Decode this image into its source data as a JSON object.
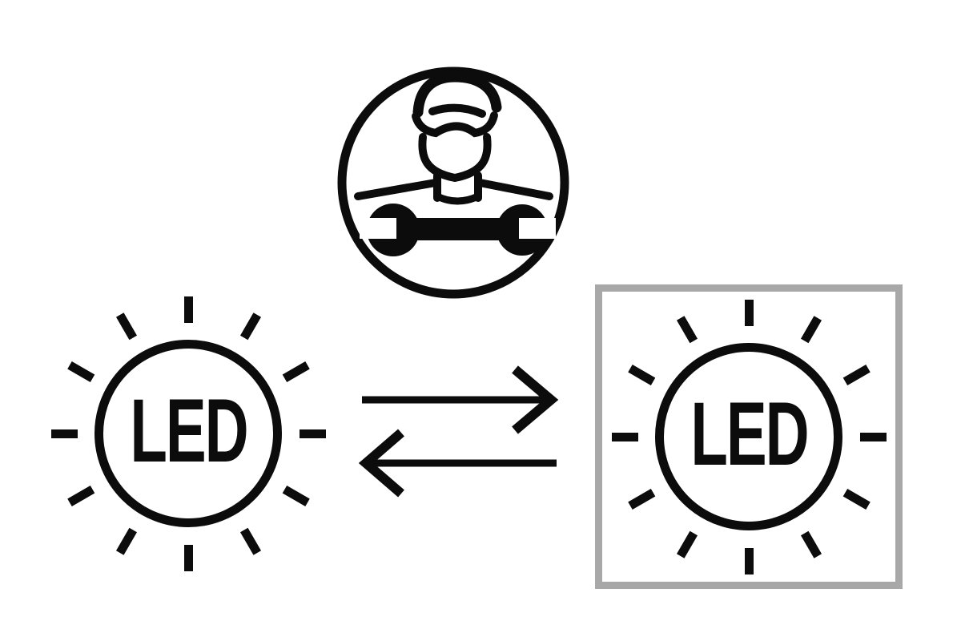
{
  "colors": {
    "ink": "#0c0c0c",
    "frame": "#a8a8a8",
    "background": "#ffffff"
  },
  "diagram": {
    "technician": {
      "icon": "technician-with-wrench-icon"
    },
    "led_left": {
      "label": "LED",
      "icon": "led-sun-icon"
    },
    "led_right": {
      "label": "LED",
      "icon": "led-sun-icon"
    },
    "arrows": {
      "right": "arrow-right-icon",
      "left": "arrow-left-icon"
    },
    "frame": "highlight-square-frame"
  }
}
